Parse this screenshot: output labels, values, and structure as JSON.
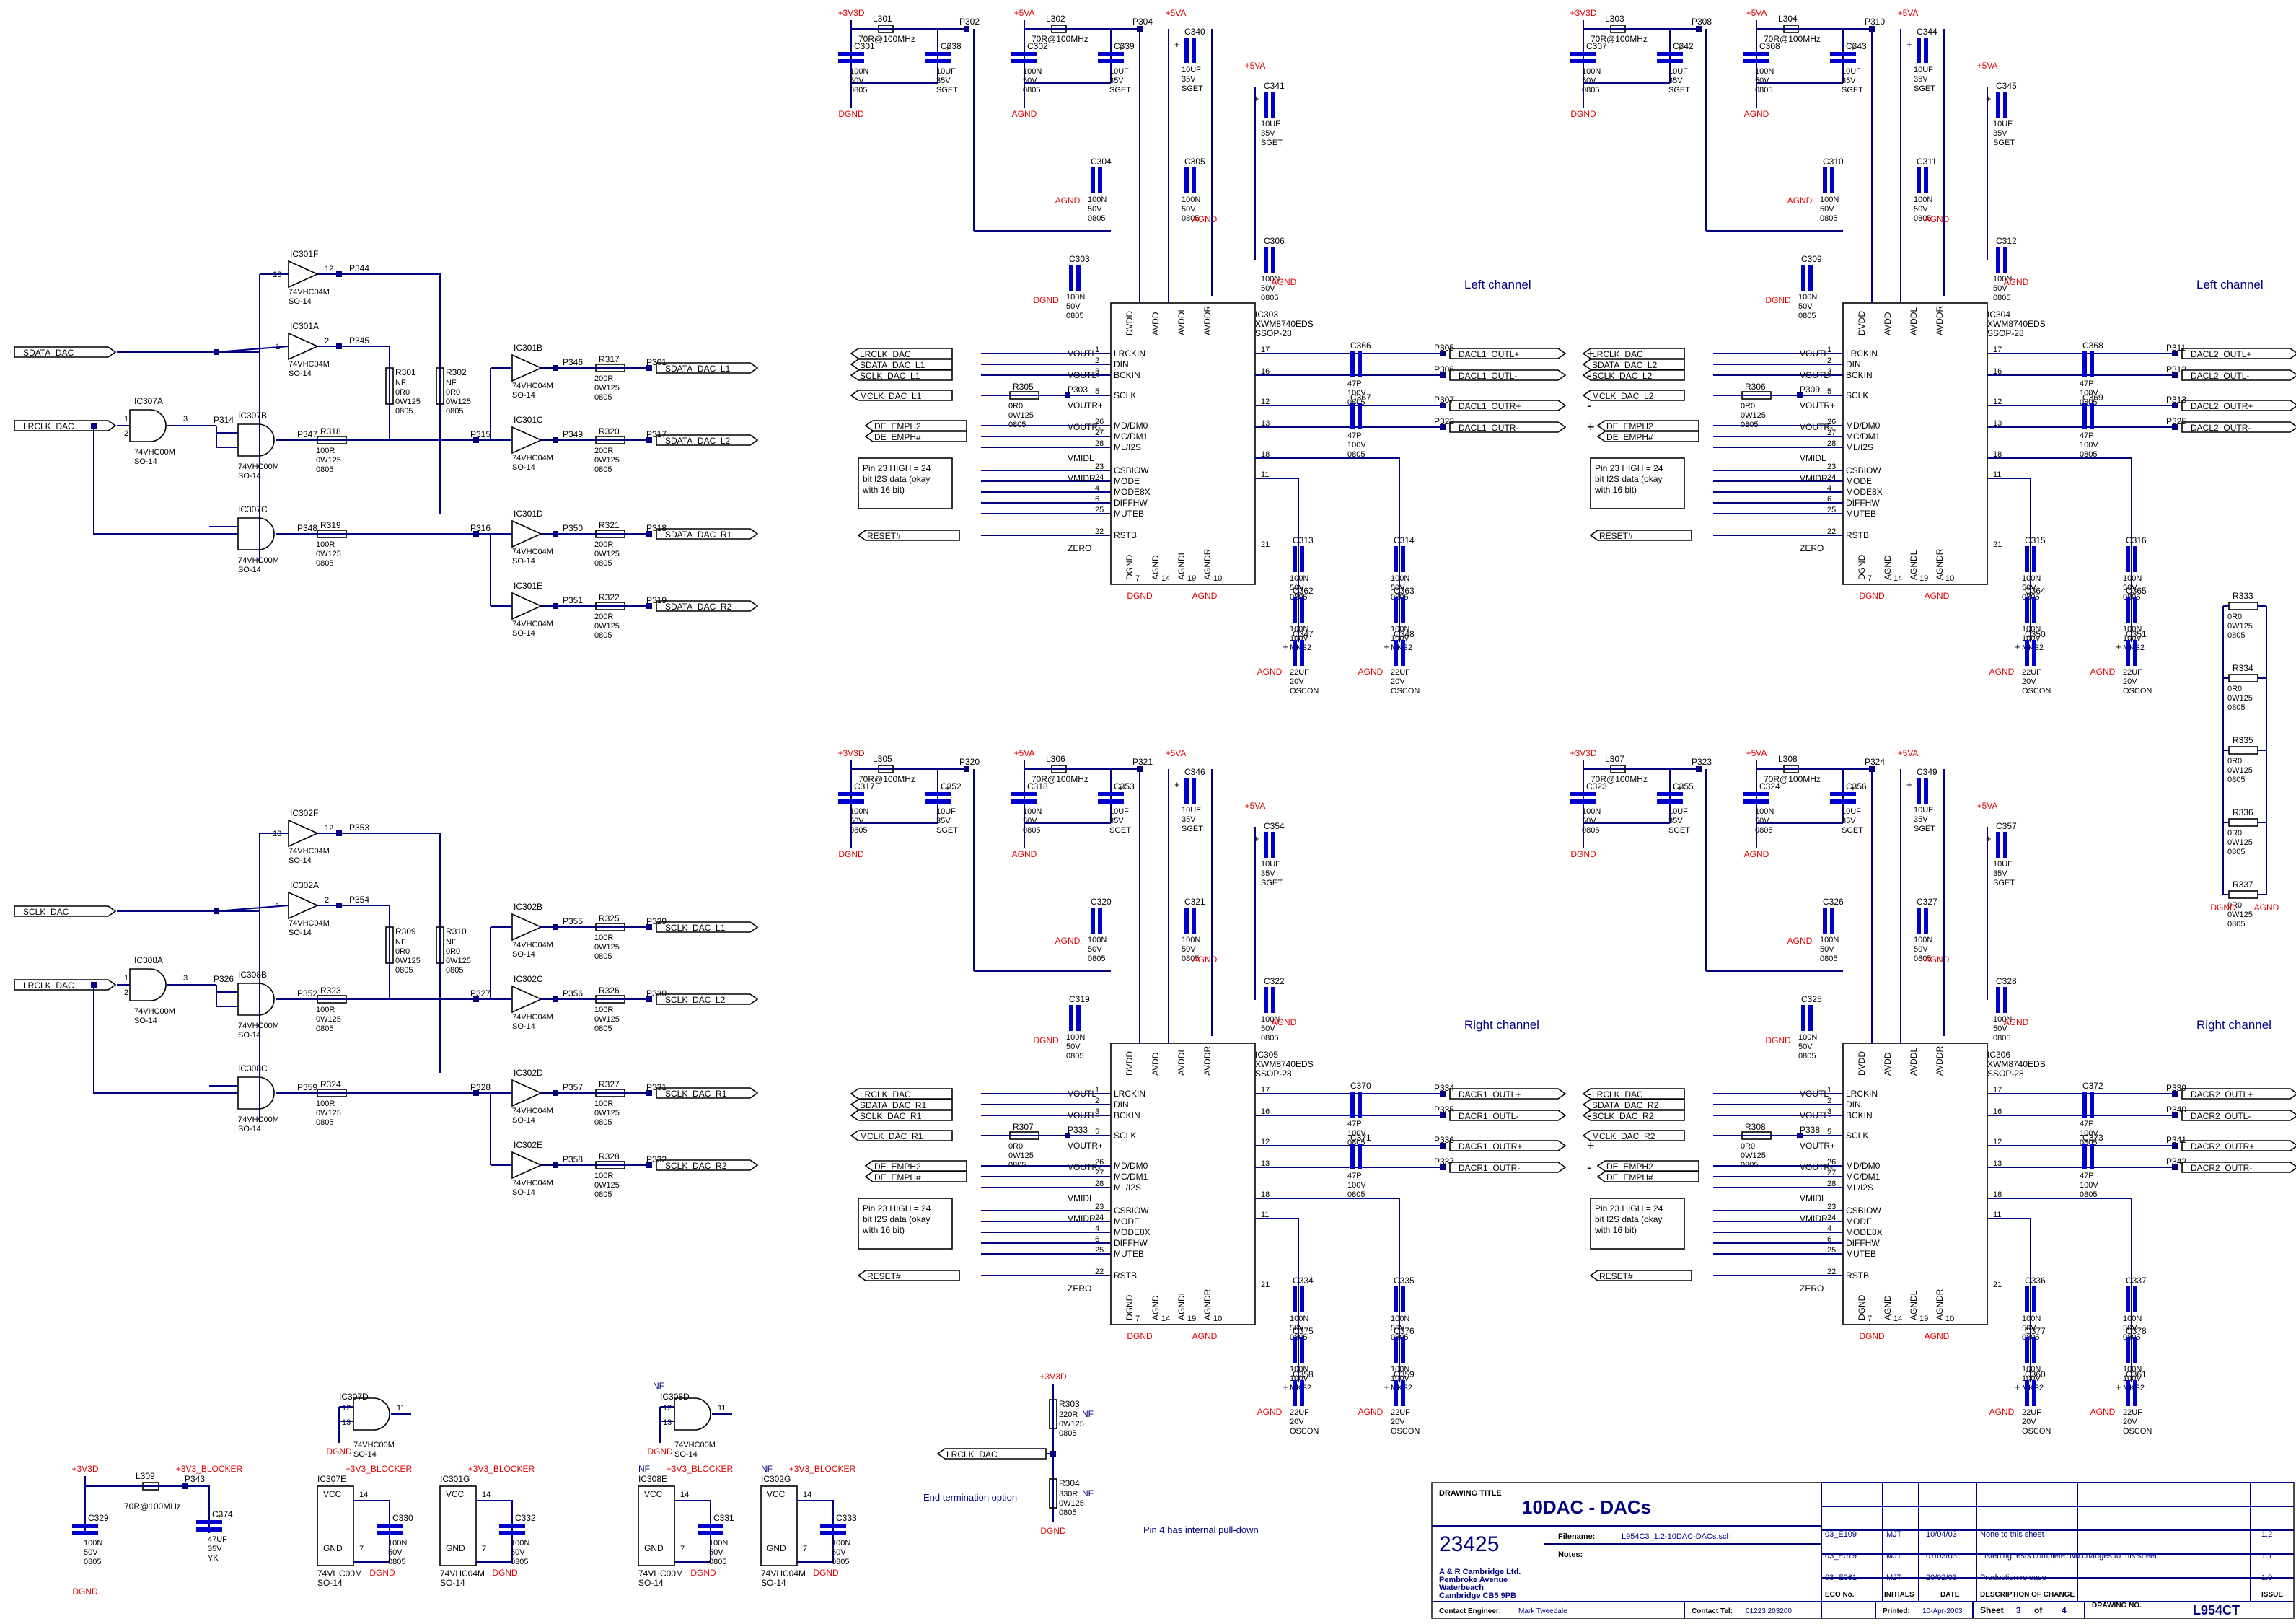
{
  "drawing": {
    "title_caption": "DRAWING TITLE",
    "title": "10DAC - DACs",
    "filename_label": "Filename:",
    "filename": "L954C3_1.2-10DAC-DACs.sch",
    "notes_label": "Notes:",
    "logo_number": "23425",
    "company": [
      "A & R Cambridge Ltd.",
      "Pembroke Avenue",
      "Waterbeach",
      "Cambridge CB5 9PB"
    ],
    "revisions": [
      {
        "eco": "03_E109",
        "initials": "MJT",
        "date": "10/04/03",
        "description": "None to this sheet",
        "issue": "1.2"
      },
      {
        "eco": "03_E079",
        "initials": "MJT",
        "date": "07/03/03",
        "description": "Listening tests complete.  No changes to this sheet.",
        "issue": "1.1"
      },
      {
        "eco": "03_E061",
        "initials": "MJT",
        "date": "20/02/03",
        "description": "Production release",
        "issue": "1.0"
      }
    ],
    "rev_headers": {
      "eco": "ECO No.",
      "initials": "INITIALS",
      "date": "DATE",
      "description": "DESCRIPTION OF CHANGE",
      "issue": "ISSUE"
    },
    "contact_engineer_label": "Contact Engineer:",
    "contact_engineer": "Mark Tweedale",
    "contact_tel_label": "Contact Tel:",
    "contact_tel": "01223 203200",
    "printed_label": "Printed:",
    "printed": "10-Apr-2003",
    "sheet_label": "Sheet",
    "sheet": "3",
    "sheet_of": "of",
    "sheet_total": "4",
    "drawing_no_label": "DRAWING NO.",
    "drawing_no": "L954CT"
  },
  "buffers": {
    "sdata": {
      "input": "SDATA_DAC",
      "lrclk": "LRCLK_DAC",
      "outputs": [
        "SDATA_DAC_L1",
        "SDATA_DAC_L2",
        "SDATA_DAC_R1",
        "SDATA_DAC_R2"
      ],
      "ports": [
        "P301",
        "P317",
        "P318",
        "P319"
      ],
      "series_r": [
        "R317",
        "R320",
        "R321",
        "R322"
      ],
      "series_val": [
        "200R",
        "0W125",
        "0805"
      ],
      "gates": [
        "IC301F",
        "IC301A",
        "IC307A",
        "IC307B",
        "IC307C",
        "IC301B",
        "IC301C",
        "IC301D",
        "IC301E"
      ],
      "nets": [
        "P344",
        "P345",
        "P314",
        "P347",
        "P348",
        "P315",
        "P316",
        "P346",
        "P349",
        "P350",
        "P351"
      ],
      "mid_r": [
        "R318",
        "R319"
      ],
      "pull": [
        "R301",
        "R302"
      ]
    },
    "sclk": {
      "input": "SCLK_DAC",
      "lrclk": "LRCLK_DAC",
      "outputs": [
        "SCLK_DAC_L1",
        "SCLK_DAC_L2",
        "SCLK_DAC_R1",
        "SCLK_DAC_R2"
      ],
      "ports": [
        "P329",
        "P330",
        "P331",
        "P332"
      ],
      "series_r": [
        "R325",
        "R326",
        "R327",
        "R328"
      ],
      "series_val": [
        "100R",
        "0W125",
        "0805"
      ],
      "gates": [
        "IC302F",
        "IC302A",
        "IC308A",
        "IC308B",
        "IC308C",
        "IC302B",
        "IC302C",
        "IC302D",
        "IC302E"
      ],
      "nets": [
        "P353",
        "P354",
        "P326",
        "P352",
        "P359",
        "P327",
        "P328",
        "P355",
        "P356",
        "P357",
        "P358"
      ],
      "mid_r": [
        "R323",
        "R324"
      ],
      "pull": [
        "R309",
        "R310"
      ]
    },
    "part_inv": "74VHC04M",
    "part_and": "74VHC00M",
    "pkg": "SO-14"
  },
  "dacs": [
    {
      "ic": "IC303",
      "channel": "Left channel",
      "lrck": "LRCLK_DAC",
      "sdata": "SDATA_DAC_L1",
      "sclk": "SCLK_DAC_L1",
      "mclk": "MCLK_DAC_L1",
      "outs": [
        "DACL1_OUTL+",
        "DACL1_OUTL-",
        "DACL1_OUTR+",
        "DACL1_OUTR-"
      ],
      "signs": [
        "+",
        "-",
        "-",
        "+"
      ],
      "caps": [
        "C301",
        "C338",
        "C302",
        "C339",
        "C340",
        "C341",
        "C304",
        "C305",
        "C303",
        "C306",
        "C366",
        "C367",
        "C313",
        "C314",
        "C362",
        "C363",
        "C347",
        "C348"
      ],
      "misc": [
        "L301",
        "L302",
        "P302",
        "P304",
        "P305",
        "P306",
        "P307",
        "P322",
        "R305",
        "P303"
      ]
    },
    {
      "ic": "IC304",
      "channel": "Left channel",
      "lrck": "LRCLK_DAC",
      "sdata": "SDATA_DAC_L2",
      "sclk": "SCLK_DAC_L2",
      "mclk": "MCLK_DAC_L2",
      "outs": [
        "DACL2_OUTL+",
        "DACL2_OUTL-",
        "DACL2_OUTR+",
        "DACL2_OUTR-"
      ],
      "signs": [
        "+",
        "-",
        "-",
        "+"
      ],
      "caps": [
        "C307",
        "C342",
        "C308",
        "C343",
        "C344",
        "C345",
        "C310",
        "C311",
        "C309",
        "C312",
        "C368",
        "C369",
        "C315",
        "C316",
        "C364",
        "C365",
        "C350",
        "C351"
      ],
      "misc": [
        "L303",
        "L304",
        "P308",
        "P310",
        "P311",
        "P312",
        "P313",
        "P325",
        "R306",
        "P309"
      ]
    },
    {
      "ic": "IC305",
      "channel": "Right channel",
      "lrck": "LRCLK_DAC",
      "sdata": "SDATA_DAC_R1",
      "sclk": "SCLK_DAC_R1",
      "mclk": "MCLK_DAC_R1",
      "outs": [
        "DACR1_OUTL+",
        "DACR1_OUTL-",
        "DACR1_OUTR+",
        "DACR1_OUTR-"
      ],
      "signs": [
        "-",
        "-",
        "+",
        "-"
      ],
      "caps": [
        "C317",
        "C352",
        "C318",
        "C353",
        "C346",
        "C354",
        "C320",
        "C321",
        "C319",
        "C322",
        "C370",
        "C371",
        "C334",
        "C335",
        "C375",
        "C376",
        "C358",
        "C359"
      ],
      "misc": [
        "L305",
        "L306",
        "P320",
        "P321",
        "P334",
        "P335",
        "P336",
        "P337",
        "R307",
        "P333"
      ]
    },
    {
      "ic": "IC306",
      "channel": "Right channel",
      "lrck": "LRCLK_DAC",
      "sdata": "SDATA_DAC_R2",
      "sclk": "SCLK_DAC_R2",
      "mclk": "MCLK_DAC_R2",
      "outs": [
        "DACR2_OUTL+",
        "DACR2_OUTL-",
        "DACR2_OUTR+",
        "DACR2_OUTR-"
      ],
      "signs": [
        "-",
        "+",
        "+",
        "-"
      ],
      "caps": [
        "C323",
        "C355",
        "C324",
        "C356",
        "C349",
        "C357",
        "C326",
        "C327",
        "C325",
        "C328",
        "C372",
        "C373",
        "C336",
        "C337",
        "C377",
        "C378",
        "C360",
        "C361"
      ],
      "misc": [
        "L307",
        "L308",
        "P323",
        "P324",
        "P339",
        "P340",
        "P341",
        "P342",
        "R308",
        "P338"
      ]
    }
  ],
  "dac_common": {
    "part": "XWM8740EDS",
    "pkg": "SSOP-28",
    "emph": [
      "DE_EMPH2",
      "DE_EMPH#"
    ],
    "reset": "RESET#",
    "pins_left": [
      "LRCKIN",
      "DIN",
      "BCKIN",
      "SCLK",
      "MD/DM0",
      "MC/DM1",
      "ML/I2S",
      "CSBIOW",
      "MODE",
      "MODE8X",
      "DIFFHW",
      "MUTEB",
      "RSTB"
    ],
    "pin_nums": [
      "1",
      "2",
      "3",
      "5",
      "26",
      "27",
      "28",
      "23",
      "24",
      "4",
      "6",
      "25",
      "22"
    ],
    "pins_right": [
      "VOUTL+",
      "VOUTL-",
      "VOUTR+",
      "VOUTR-",
      "VMIDL",
      "VMIDR",
      "ZERO"
    ],
    "pins_right_nums": [
      "17",
      "16",
      "12",
      "13",
      "18",
      "11",
      "21"
    ],
    "pins_top": [
      "DVDD",
      "AVDD",
      "AVDDL",
      "AVDDR"
    ],
    "pins_bot": [
      "DGND",
      "AGND",
      "AGNDL",
      "AGNDR"
    ],
    "note": [
      "Pin 23 HIGH = 24",
      "bit I2S data (okay",
      "with 16 bit)"
    ],
    "rails": [
      "+3V3D",
      "+5VA",
      "DGND",
      "AGND"
    ],
    "ferrite": "70R@100MHz",
    "cap_100n": [
      "100N",
      "50V",
      "0805"
    ],
    "cap_10u": [
      "10UF",
      "35V",
      "SGET"
    ],
    "cap_47p": [
      "47P",
      "100V",
      "0805"
    ],
    "cap_mks": [
      "100N",
      "100V",
      "MKS2"
    ],
    "cap_22u": [
      "22UF",
      "20V",
      "OSCON"
    ],
    "r_0r": [
      "0R0",
      "0W125",
      "0805"
    ]
  },
  "misc": {
    "terminators": [
      "R333",
      "R334",
      "R335",
      "R336",
      "R337"
    ],
    "term_val": [
      "0R0",
      "0W125",
      "0805"
    ],
    "lrclk_term": {
      "net": "LRCLK_DAC",
      "r1": "R303",
      "r1v": [
        "220R",
        "0W125",
        "0805"
      ],
      "r2": "R304",
      "r2v": [
        "330R",
        "0W125",
        "0805"
      ],
      "nf": "NF"
    },
    "end_termination_note": "End termination option",
    "pin4_note": "Pin 4 has internal pull-down",
    "supply": {
      "l": "L309",
      "p": "P343",
      "c1": "C329",
      "c2": "C374",
      "c2v": [
        "47UF",
        "35V",
        "YK"
      ],
      "in": "+3V3D",
      "out": "+3V3_BLOCKER"
    },
    "decouple": [
      {
        "ic": "IC307E",
        "cap": "C330",
        "part": "74VHC00M",
        "nf": ""
      },
      {
        "ic": "IC301G",
        "cap": "C332",
        "part": "74VHC04M",
        "nf": ""
      },
      {
        "ic": "IC308E",
        "cap": "C331",
        "part": "74VHC00M",
        "nf": "NF"
      },
      {
        "ic": "IC302G",
        "cap": "C333",
        "part": "74VHC04M",
        "nf": "NF"
      }
    ],
    "spare_gates": [
      {
        "ic": "IC307D",
        "part": "74VHC00M",
        "nf": ""
      },
      {
        "ic": "IC308D",
        "part": "74VHC00M",
        "nf": "NF"
      }
    ],
    "vcc": "VCC",
    "gnd": "GND"
  }
}
